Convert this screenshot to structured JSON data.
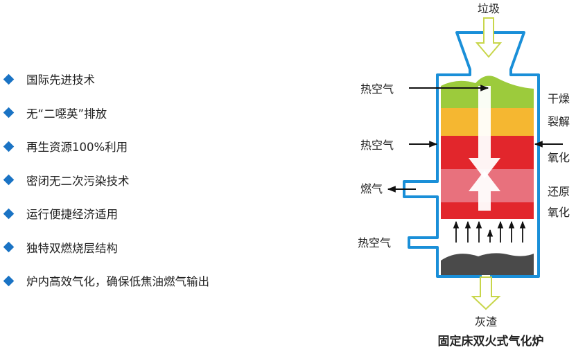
{
  "features": [
    "国际先进技术",
    "无“二噁英”排放",
    "再生资源100%利用",
    "密闭无二次污染技术",
    "运行便捷经济适用",
    "独特双燃烧层结构",
    "炉内高效气化，确保低焦油燃气输出"
  ],
  "diagram": {
    "title": "固定床双火式气化炉",
    "input_label": "垃圾",
    "output_label": "灰渣",
    "left_labels": {
      "hot_air_1": "热空气",
      "hot_air_2": "热空气",
      "gas": "燃气",
      "hot_air_3": "热空气"
    },
    "right_labels": {
      "dry": "干燥",
      "pyrolysis": "裂解",
      "oxidation_1": "氧化",
      "reduction": "还原",
      "oxidation_2": "氧化"
    },
    "colors": {
      "wall": "#1a8fd8",
      "drying": "#9ccb3c",
      "pyrolysis": "#f5b731",
      "oxidation": "#e2262c",
      "reduction": "#e8717d",
      "ash": "#4a4a4a",
      "feed_arrow": "#c8d64a",
      "bullet": "#1a73c4"
    }
  }
}
